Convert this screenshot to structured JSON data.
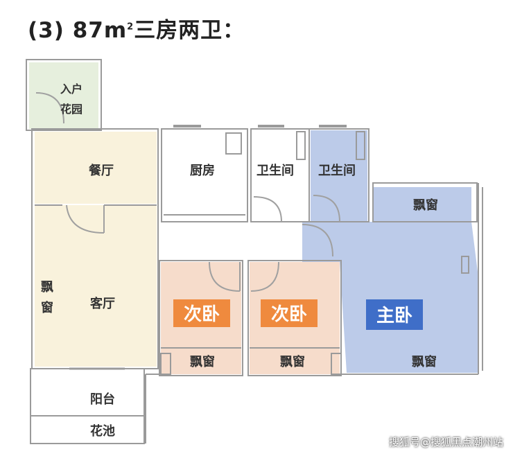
{
  "title": {
    "prefix": "(3) 87m",
    "sup": "2",
    "suffix": "三房两卫："
  },
  "rooms": {
    "entry_garden": "入户\n花园",
    "dining": "餐厅",
    "kitchen": "厨房",
    "bathroom1": "卫生间",
    "bathroom2": "卫生间",
    "bay_window_master_top": "飘窗",
    "bay_window_living": "飘\n窗",
    "living": "客厅",
    "bedroom2a": "次卧",
    "bedroom2b": "次卧",
    "master": "主卧",
    "bay_window_b2a": "飘窗",
    "bay_window_b2b": "飘窗",
    "bay_window_master_bottom": "飘窗",
    "balcony": "阳台",
    "planter": "花池"
  },
  "colors": {
    "yellow": "#f9f2dc",
    "green": "#e6efdd",
    "peach": "#f6dccb",
    "blue": "#bccbe9",
    "orange_badge": "#ef8a3e",
    "blue_badge": "#3f6ec8",
    "wall": "#9a9a9a"
  },
  "watermark": "搜狐号@搜狐黑点潮州站"
}
